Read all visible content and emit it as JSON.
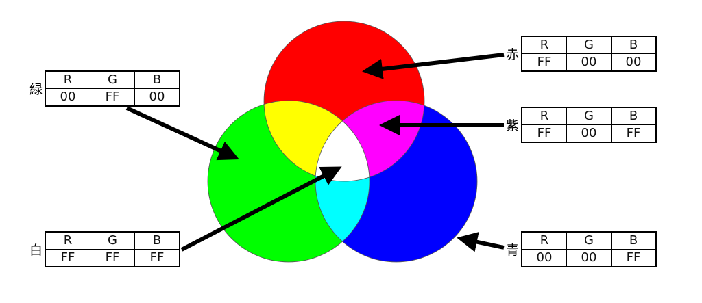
{
  "colors": {
    "red": "#ff0000",
    "green": "#00ff00",
    "blue": "#0000ff"
  },
  "headers": [
    "R",
    "G",
    "B"
  ],
  "entries": {
    "red": {
      "label": "赤",
      "values": [
        "FF",
        "00",
        "00"
      ]
    },
    "purple": {
      "label": "紫",
      "values": [
        "FF",
        "00",
        "FF"
      ]
    },
    "green": {
      "label": "緑",
      "values": [
        "00",
        "FF",
        "00"
      ]
    },
    "white": {
      "label": "白",
      "values": [
        "FF",
        "FF",
        "FF"
      ]
    },
    "blue": {
      "label": "青",
      "values": [
        "00",
        "00",
        "FF"
      ]
    }
  }
}
